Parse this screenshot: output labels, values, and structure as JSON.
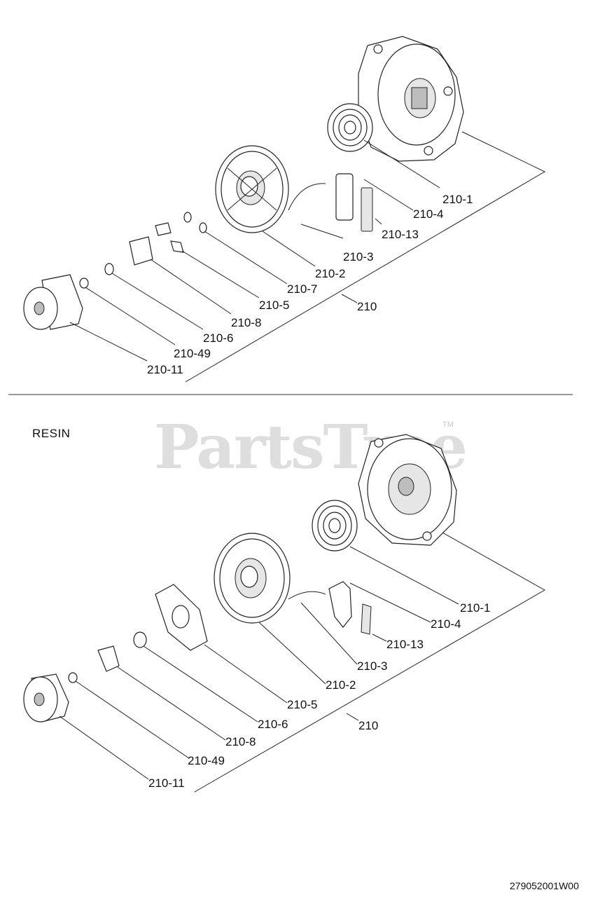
{
  "diagram": {
    "top": {
      "callouts": [
        "210-1",
        "210-4",
        "210-13",
        "210-3",
        "210-2",
        "210",
        "210-7",
        "210-5",
        "210-8",
        "210-6",
        "210-49",
        "210-11"
      ]
    },
    "bottom": {
      "label": "RESIN",
      "callouts": [
        "210-1",
        "210-4",
        "210-13",
        "210-3",
        "210-2",
        "210",
        "210-5",
        "210-6",
        "210-8",
        "210-49",
        "210-11"
      ]
    }
  },
  "watermark": {
    "text": "PartsTree",
    "tm": "TM"
  },
  "footer": {
    "code": "279052001W00"
  }
}
